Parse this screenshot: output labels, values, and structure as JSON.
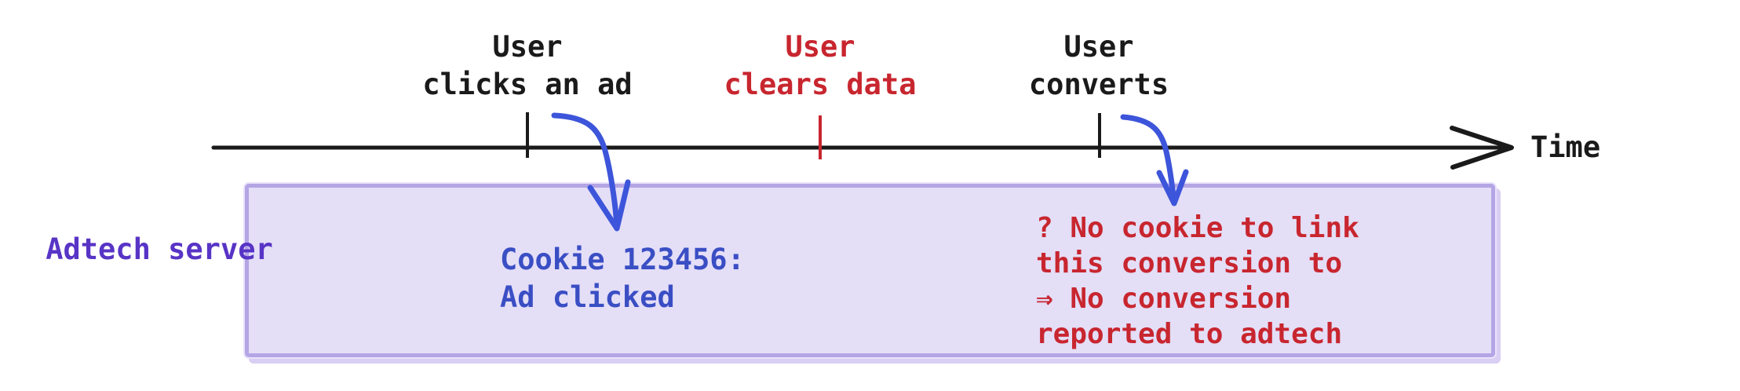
{
  "timeline": {
    "axis_label": "Time",
    "axis_color": "#1a1a1a",
    "events": [
      {
        "id": "ad-click",
        "label": "User\nclicks an ad",
        "color": "#1a1a1a"
      },
      {
        "id": "clear-data",
        "label": "User\nclears data",
        "color": "#c8262f"
      },
      {
        "id": "convert",
        "label": "User\nconverts",
        "color": "#1a1a1a"
      }
    ]
  },
  "lane": {
    "label": "Adtech server",
    "label_color": "#5834c6",
    "box_fill": "#e4def7",
    "box_border": "#b4a5e5",
    "notes": [
      {
        "id": "cookie-logged",
        "text": "Cookie 123456:\nAd clicked",
        "color": "#3a4ec4"
      },
      {
        "id": "no-cookie",
        "text": "? No cookie to link\nthis conversion to\n⇒ No conversion\nreported to adtech",
        "color": "#c8262f"
      }
    ]
  },
  "colors": {
    "annotation_arrow_blue": "#3d55da",
    "tick_red": "#c8262f"
  }
}
